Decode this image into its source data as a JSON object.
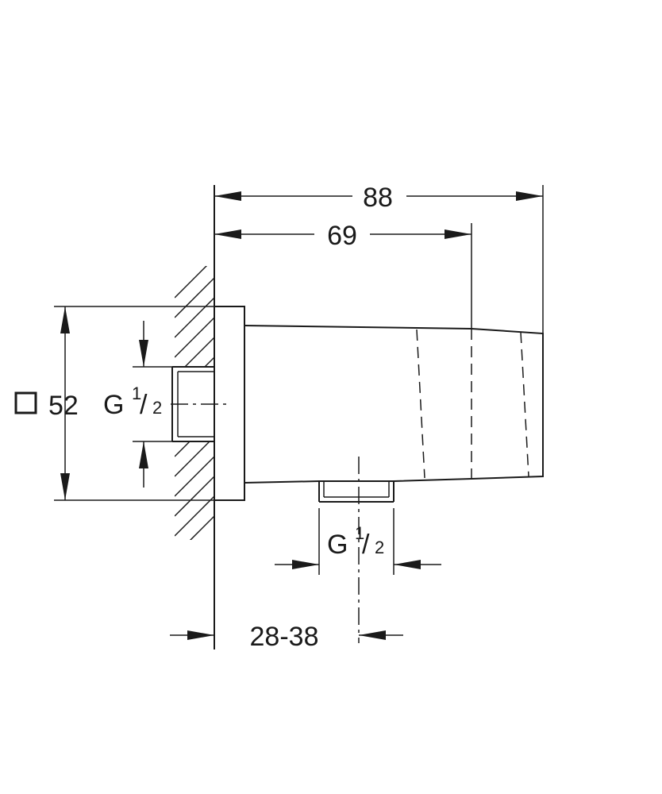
{
  "dimensions": {
    "overall_length": "88",
    "body_length": "69",
    "square_size": "52",
    "wall_inlet_thread": {
      "letter": "G",
      "num": "1",
      "den": "2"
    },
    "outlet_thread": {
      "letter": "G",
      "num": "1",
      "den": "2"
    },
    "outlet_offset": "28-38"
  },
  "colors": {
    "line": "#1a1a1a",
    "background": "#ffffff"
  }
}
